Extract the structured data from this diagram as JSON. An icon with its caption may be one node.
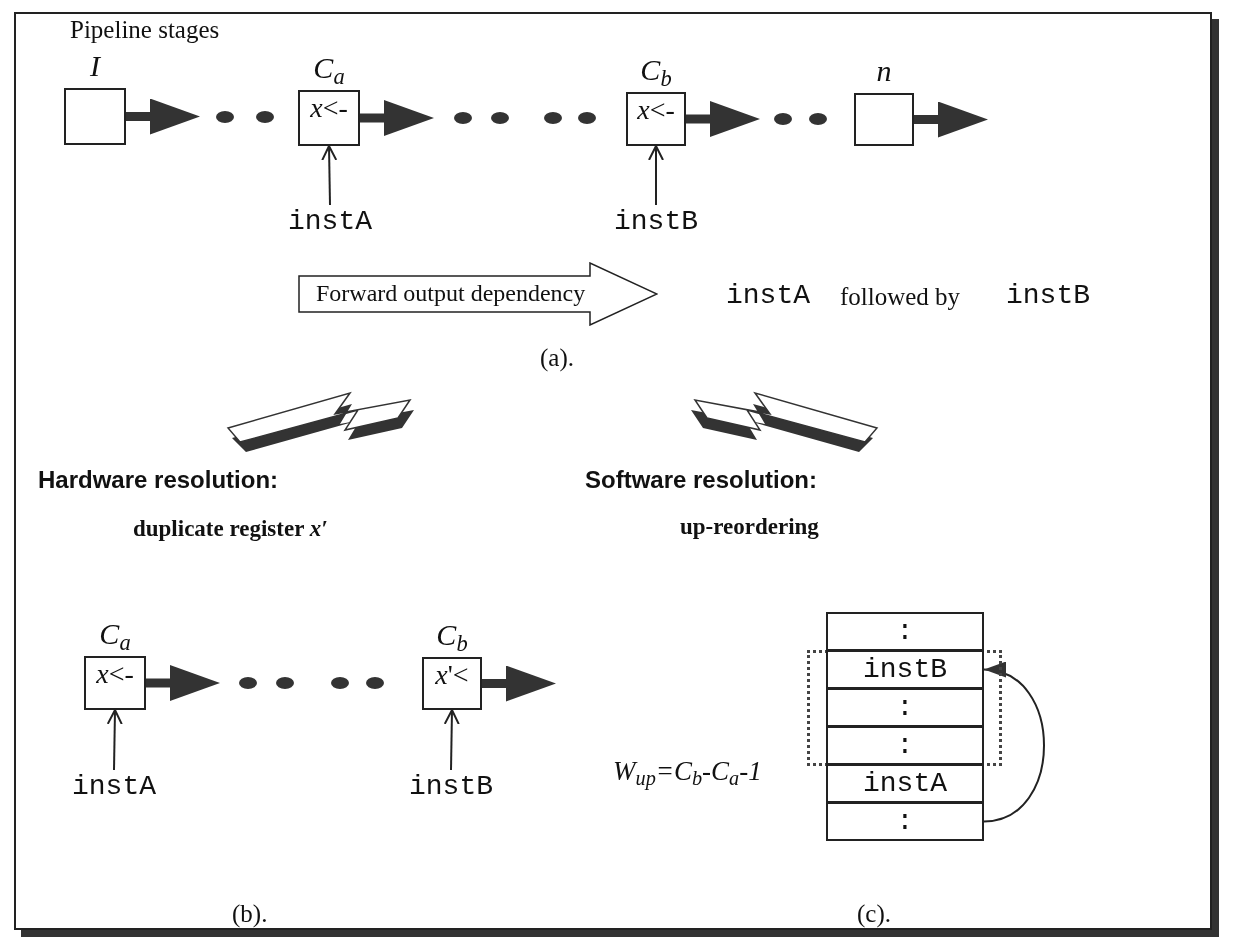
{
  "diagram": {
    "nodes": [
      {
        "text": [
          "I"
        ]
      },
      {
        "text": [
          "C$_{a}$",
          "*x*<-"
        ]
      },
      {
        "text": [
          "C$_{b}$",
          "*x*<-"
        ]
      },
      {
        "text": [
          "n"
        ]
      },
      {
        "text": [
          "instA"
        ]
      },
      {
        "text": [
          "instB"
        ]
      },
      {
        "text": [
          "Forward output dependency"
        ]
      },
      {
        "text": [
          "C$_{a}$",
          "*x*<-"
        ]
      },
      {
        "text": [
          "C$_{b}$",
          "*x*'<"
        ]
      },
      {
        "text": [
          "instA"
        ]
      },
      {
        "text": [
          "instB"
        ]
      },
      {
        "text": [
          ":"
        ]
      },
      {
        "text": [],
        "shape": "box",
        "beside": [
          "W$_{up}$=C$_{b}$-C$_{a}$-1"
        ]
      },
      {
        "text": [
          "instB"
        ],
        "in": 12
      },
      {
        "text": [
          ":"
        ],
        "in": 12
      },
      {
        "text": [
          ":"
        ],
        "in": 12
      },
      {
        "text": [
          "instA"
        ]
      },
      {
        "text": [
          ":"
        ]
      }
    ],
    "edges": [
      {
        "from": 0,
        "to": null,
        "arrow": "to"
      },
      {
        "from": 1,
        "to": null,
        "arrow": "to"
      },
      {
        "from": 2,
        "to": null,
        "arrow": "to"
      },
      {
        "from": 3,
        "to": null,
        "arrow": "to"
      },
      {
        "from": 4,
        "to": 1,
        "arrow": "to"
      },
      {
        "from": 5,
        "to": 2,
        "arrow": "to"
      },
      {
        "from": 7,
        "to": null,
        "arrow": "to"
      },
      {
        "from": 8,
        "to": null,
        "arrow": "to"
      },
      {
        "from": 9,
        "to": 7,
        "arrow": "to"
      },
      {
        "from": 10,
        "to": 8,
        "arrow": "to"
      },
      {
        "from": 17,
        "to": 13,
        "arrow": "to"
      }
    ],
    "labels": [
      "Pipeline stages",
      "instA",
      "followed by",
      "instB",
      "(a).",
      "Hardware resolution:",
      "duplicate register *x′*",
      "Software resolution:",
      "up-reordering",
      "(b).",
      "(c)."
    ]
  }
}
